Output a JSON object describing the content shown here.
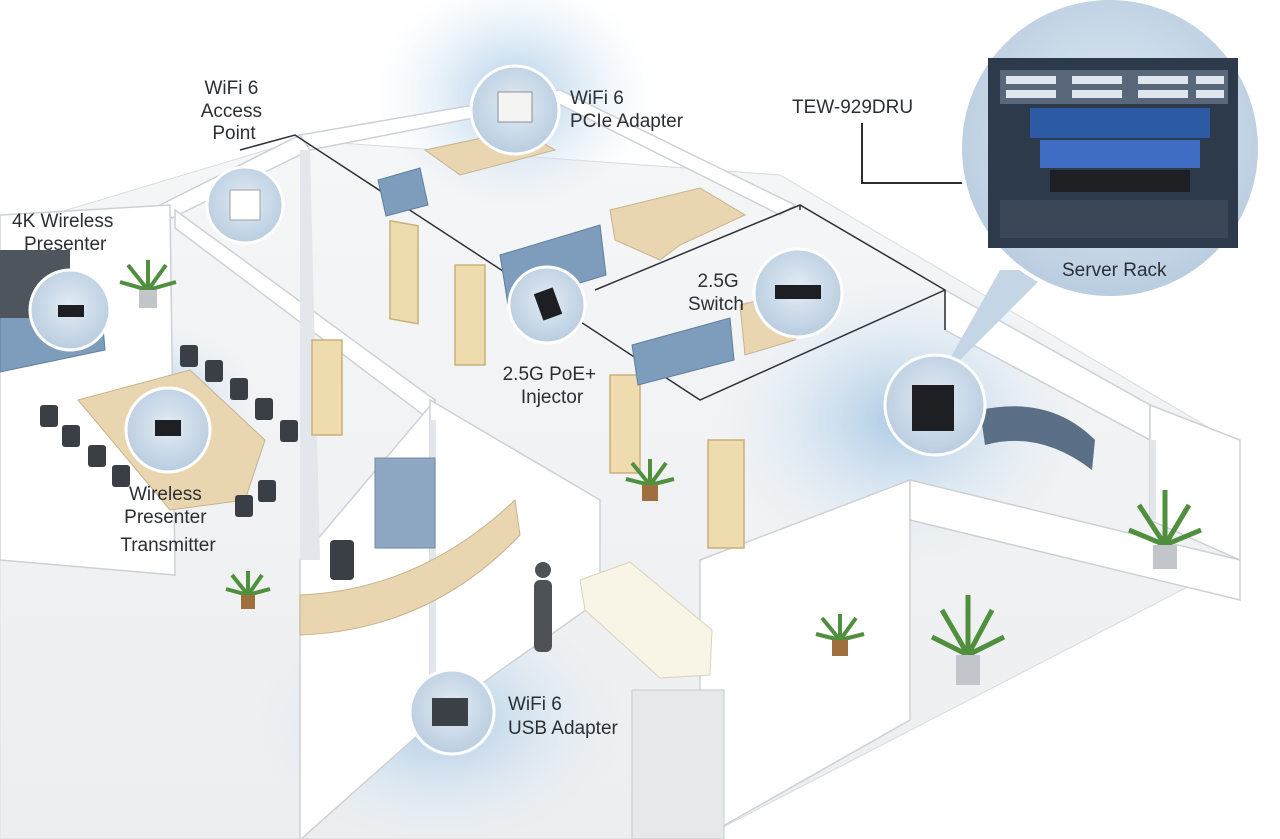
{
  "labels": {
    "wifi6_ap": [
      "WiFi 6",
      "Access",
      "Point"
    ],
    "wifi6_pcie": [
      "WiFi 6",
      "PCIe Adapter"
    ],
    "tew": "TEW-929DRU",
    "server_rack": "Server Rack",
    "presenter_4k": [
      "4K Wireless",
      "Presenter"
    ],
    "switch_25g": [
      "2.5G",
      "Switch"
    ],
    "poe_injector": [
      "2.5G PoE+",
      "Injector"
    ],
    "presenter_tx": [
      "Wireless",
      "Presenter",
      "Transmitter"
    ],
    "usb_adapter": [
      "WiFi 6",
      "USB Adapter"
    ]
  },
  "colors": {
    "floor": "#f2f3f4",
    "wall_top": "#ffffff",
    "wall_side": "#dfe2e6",
    "wifi_glow": "#bcd6ea",
    "callout": "#cfdde9",
    "callout_ring": "#ffffff",
    "device": "#1d1f23",
    "sofa": "#7b9bbb",
    "desk": "#e8d6b4",
    "door": "#efdcae",
    "rack_bg": "#2d3a4c",
    "rack_blue": "#2d5aa5"
  }
}
